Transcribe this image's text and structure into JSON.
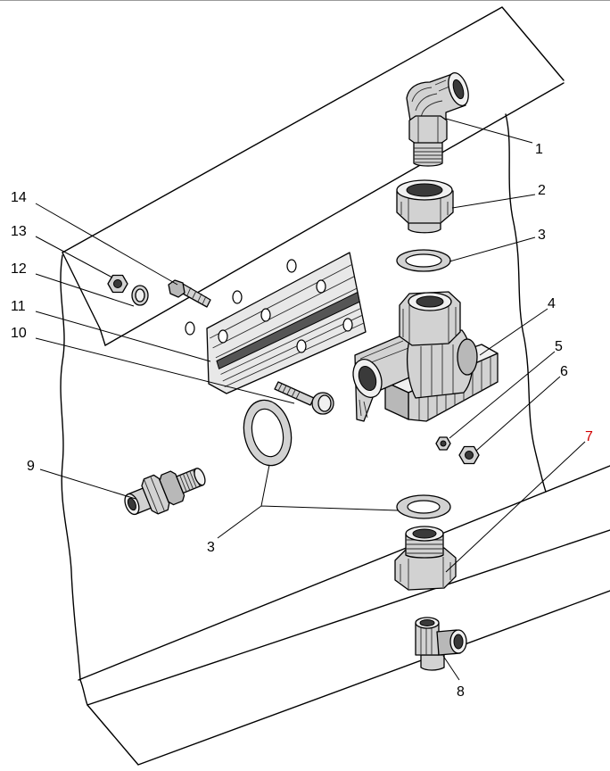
{
  "callouts": [
    {
      "label": "1"
    },
    {
      "label": "2"
    },
    {
      "label": "3"
    },
    {
      "label": "4"
    },
    {
      "label": "5"
    },
    {
      "label": "6"
    },
    {
      "label": "7"
    },
    {
      "label": "3"
    },
    {
      "label": "8"
    },
    {
      "label": "9"
    },
    {
      "label": "10"
    },
    {
      "label": "11"
    },
    {
      "label": "12"
    },
    {
      "label": "13"
    },
    {
      "label": "14"
    }
  ],
  "colors": {
    "ink": "#000000",
    "highlight": "#d00000",
    "background": "#ffffff"
  }
}
